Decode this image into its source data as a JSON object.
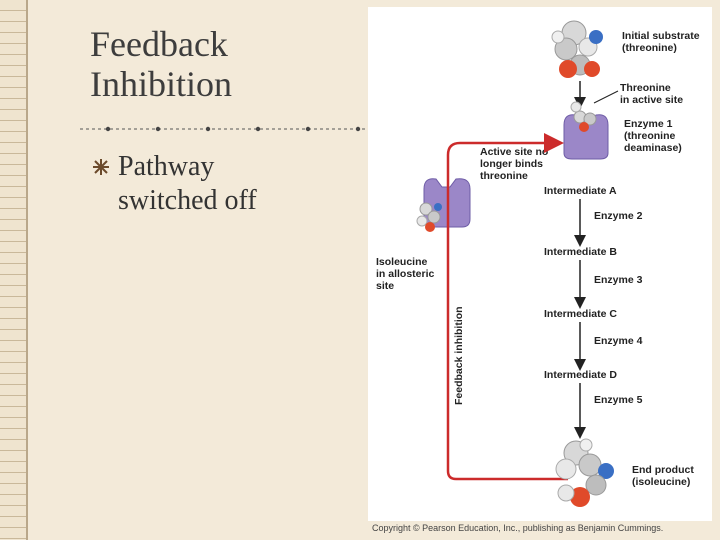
{
  "slide": {
    "title_line1": "Feedback",
    "title_line2": "Inhibition",
    "bullet_text_line1": "Pathway",
    "bullet_text_line2": "switched off"
  },
  "diagram": {
    "initial_substrate_l1": "Initial substrate",
    "initial_substrate_l2": "(threonine)",
    "threonine_site_l1": "Threonine",
    "threonine_site_l2": "in active site",
    "enzyme1_l1": "Enzyme 1",
    "enzyme1_l2": "(threonine",
    "enzyme1_l3": "deaminase)",
    "active_site_l1": "Active site no",
    "active_site_l2": "longer binds",
    "active_site_l3": "threonine",
    "isoleucine_l1": "Isoleucine",
    "isoleucine_l2": "in allosteric",
    "isoleucine_l3": "site",
    "feedback_label": "Feedback inhibition",
    "intermediate_a": "Intermediate A",
    "enzyme2": "Enzyme 2",
    "intermediate_b": "Intermediate B",
    "enzyme3": "Enzyme 3",
    "intermediate_c": "Intermediate C",
    "enzyme4": "Enzyme 4",
    "intermediate_d": "Intermediate D",
    "enzyme5": "Enzyme 5",
    "end_product_l1": "End product",
    "end_product_l2": "(isoleucine)"
  },
  "credit": "Copyright © Pearson Education, Inc., publishing as Benjamin Cummings.",
  "colors": {
    "feedback_line": "#cc2b2b",
    "enzyme": "#9b87c8",
    "background": "#f3ead9"
  }
}
